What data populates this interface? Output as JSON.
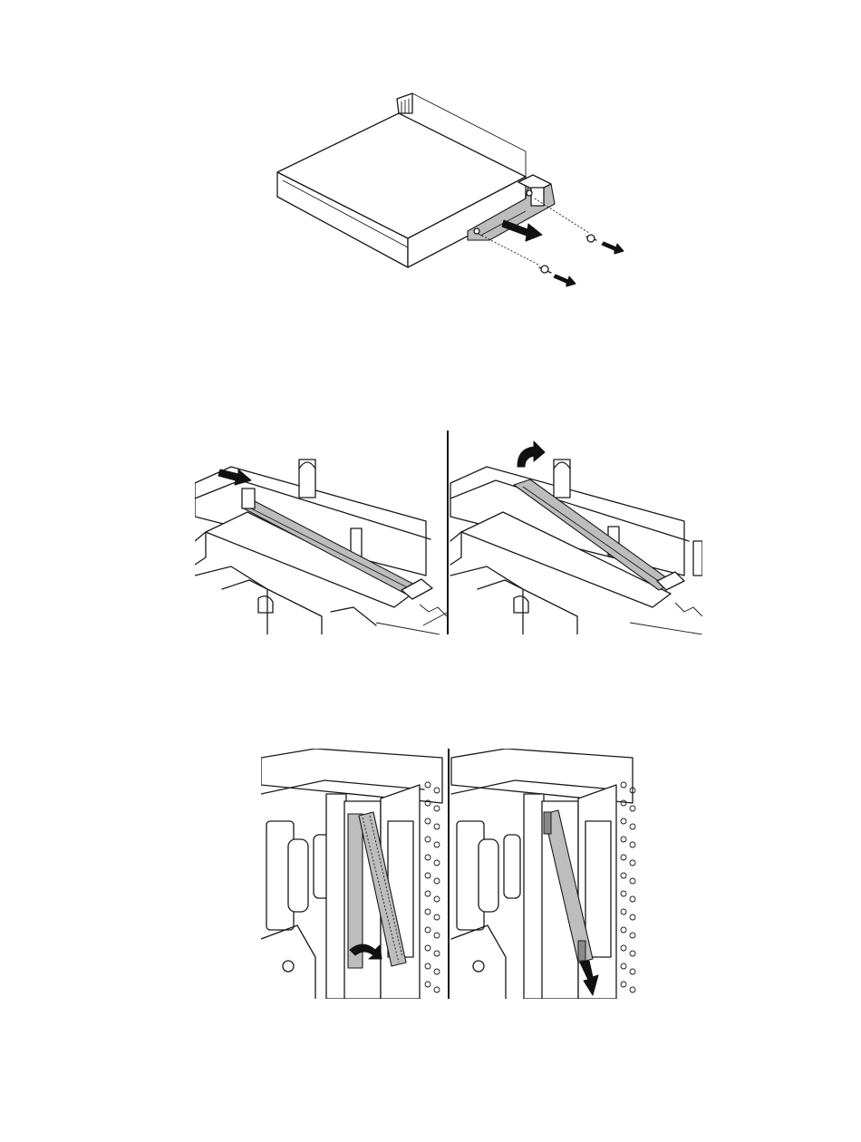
{
  "figures": [
    {
      "id": "figure-1",
      "content": "slim-optical-drive-bracket-removal"
    },
    {
      "id": "figure-2",
      "content": "drive-bay-bracket-remove"
    },
    {
      "id": "figure-3",
      "content": "side-bracket-release"
    }
  ],
  "colors": {
    "line": "#1a1a1a",
    "part_highlight": "#bdbdbd",
    "arrow": "#111111",
    "background": "#ffffff"
  }
}
